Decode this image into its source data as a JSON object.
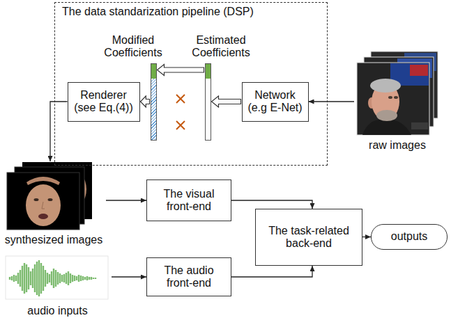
{
  "diagram": {
    "nodes": [
      {
        "text": [
          "The data standarization pipeline (DSP)"
        ]
      },
      {
        "text": [
          "Modified Coefficients"
        ],
        "in": 0
      },
      {
        "text": [
          "Estimated Coefficients"
        ],
        "in": 0
      },
      {
        "text": [
          "Renderer (see Eq.(4))"
        ],
        "in": 0
      },
      {
        "text": [
          "Network (e.g E-Net)"
        ],
        "in": 0
      },
      {
        "text": [
          "raw images"
        ]
      },
      {
        "text": [
          "synthesized images"
        ]
      },
      {
        "text": [
          "The visual front-end"
        ]
      },
      {
        "text": [
          "The task-related back-end"
        ]
      },
      {
        "text": [
          "outputs"
        ]
      },
      {
        "text": [
          "The audio front-end"
        ]
      },
      {
        "text": [
          "audio inputs"
        ]
      }
    ],
    "edges": [
      {
        "from": 4,
        "to": 2,
        "arrow": "to"
      },
      {
        "from": 2,
        "to": 1,
        "arrow": "to"
      },
      {
        "from": 1,
        "to": 3,
        "arrow": "to"
      },
      {
        "from": 5,
        "to": 4,
        "arrow": "to"
      },
      {
        "from": 3,
        "to": 6,
        "arrow": "to"
      },
      {
        "from": 6,
        "to": 7,
        "arrow": "to"
      },
      {
        "from": 7,
        "to": 8,
        "arrow": "to"
      },
      {
        "from": 10,
        "to": 8,
        "arrow": "to"
      },
      {
        "from": 8,
        "to": 9,
        "arrow": "to"
      },
      {
        "from": 11,
        "to": 10,
        "arrow": "to"
      }
    ]
  }
}
